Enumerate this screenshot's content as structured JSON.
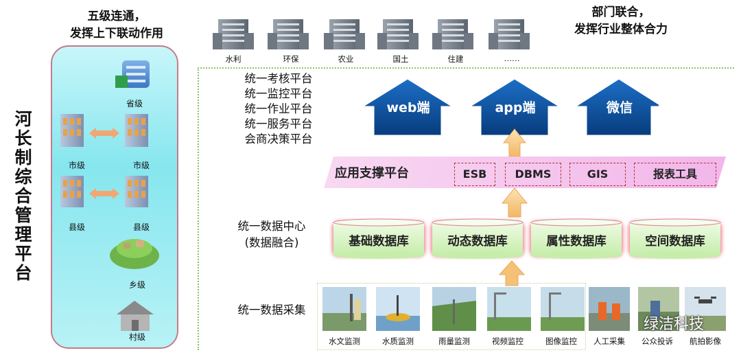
{
  "vertical_title": [
    "河",
    "长",
    "制",
    "综",
    "合",
    "管",
    "理",
    "平",
    "台"
  ],
  "left_heading": [
    "五级连通，",
    "发挥上下联动作用"
  ],
  "right_heading": [
    "部门联合，",
    "发挥行业整体合力"
  ],
  "levels": {
    "province": "省级",
    "city_a": "市级",
    "city_b": "市级",
    "county_a": "县级",
    "county_b": "县级",
    "township": "乡级",
    "village": "村级"
  },
  "departments": [
    "水利",
    "环保",
    "农业",
    "国土",
    "住建",
    "……"
  ],
  "platforms": [
    "统一考核平台",
    "统一监控平台",
    "统一作业平台",
    "统一服务平台",
    "会商决策平台"
  ],
  "clients": [
    "web端",
    "app端",
    "微信"
  ],
  "support": {
    "title": "应用支撑平台",
    "tools": [
      "ESB",
      "DBMS",
      "GIS",
      "报表工具"
    ]
  },
  "data_center": {
    "label": [
      "统一数据中心",
      "(数据融合)"
    ],
    "databases": [
      "基础数据库",
      "动态数据库",
      "属性数据库",
      "空间数据库"
    ]
  },
  "collection": {
    "label": "统一数据采集",
    "sources": [
      "水文监测",
      "水质监测",
      "雨量监测",
      "视频监控",
      "图像监控",
      "人工采集",
      "公众投诉",
      "航拍影像"
    ]
  },
  "watermark": "绿洁科技",
  "colors": {
    "panel": "#86e6ee",
    "house": "#0a4f9a",
    "arrow": "#f7c77a",
    "band": "#f6c6ee",
    "db": "#d9f5c6"
  }
}
